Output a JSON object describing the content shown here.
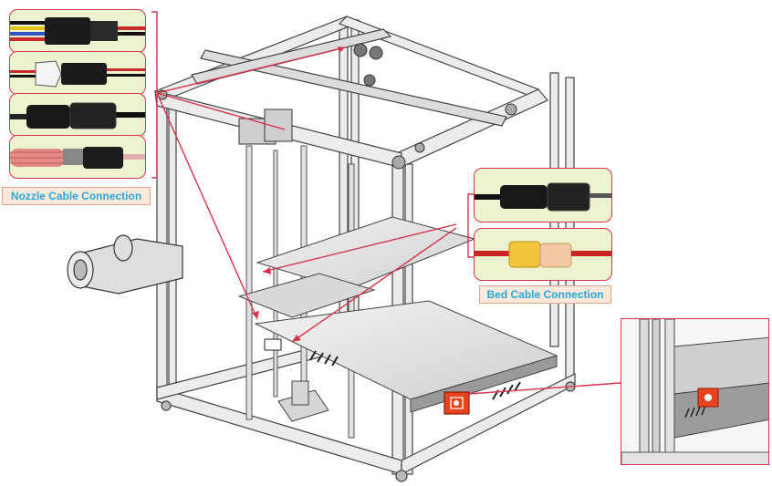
{
  "labels": {
    "nozzle_cable": "Nozzle Cable Connection",
    "bed_cable": "Bed Cable Connection"
  },
  "colors": {
    "accent_red": "#d7334a",
    "label_text": "#2aa7d8",
    "label_bg": "#fce9dc",
    "photo_bg": "#eef3cf",
    "port_orange": "#e8431f"
  },
  "icons": {
    "nozzle_connectors": [
      "connector-4pin-photo",
      "connector-2pin-photo",
      "connector-black-photo",
      "connector-heater-photo"
    ],
    "bed_connectors": [
      "connector-black-photo",
      "connector-xt60-photo"
    ],
    "port_icon": "power-port-icon"
  }
}
